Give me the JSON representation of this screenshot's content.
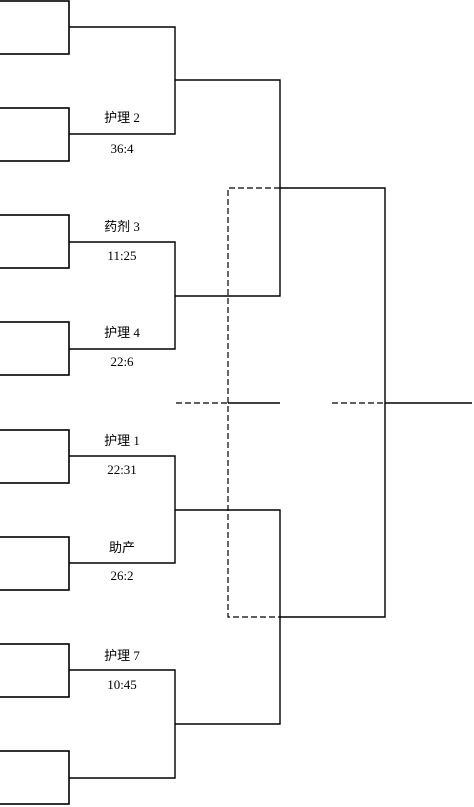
{
  "bracket": {
    "matches": [
      {
        "top_team": "",
        "bottom_team": "护理 2",
        "score": "36:4"
      },
      {
        "top_team": "药剂 3",
        "bottom_team": "护理 4",
        "score": "11:25"
      },
      {
        "top_team": "",
        "bottom_team": "",
        "score": "22:6"
      },
      {
        "top_team": "护理 1",
        "bottom_team": "助产",
        "score": "22:31"
      },
      {
        "top_team": "",
        "bottom_team": "",
        "score": "26:2"
      },
      {
        "top_team": "护理 7",
        "bottom_team": "",
        "score": "10:45"
      }
    ]
  }
}
